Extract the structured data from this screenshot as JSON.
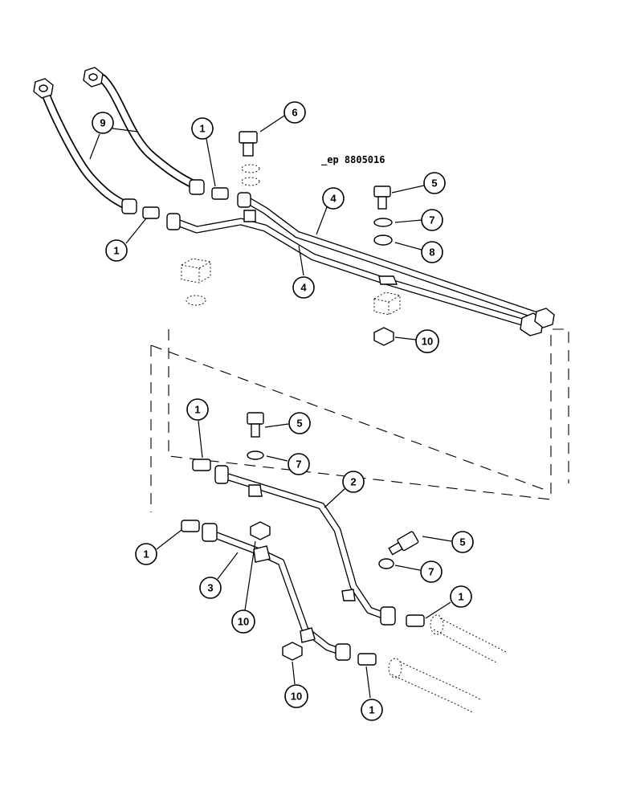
{
  "diagram": {
    "reference_code": "_ep 8805016",
    "callouts": {
      "c1a": "1",
      "c1b": "1",
      "c1c": "1",
      "c1d": "1",
      "c1e": "1",
      "c1f": "1",
      "c2": "2",
      "c3": "3",
      "c4a": "4",
      "c4b": "4",
      "c5a": "5",
      "c5b": "5",
      "c5c": "5",
      "c6": "6",
      "c7a": "7",
      "c7b": "7",
      "c7c": "7",
      "c8": "8",
      "c9": "9",
      "c10a": "10",
      "c10b": "10",
      "c10c": "10"
    },
    "colors": {
      "line": "#000000",
      "background": "#ffffff"
    }
  }
}
